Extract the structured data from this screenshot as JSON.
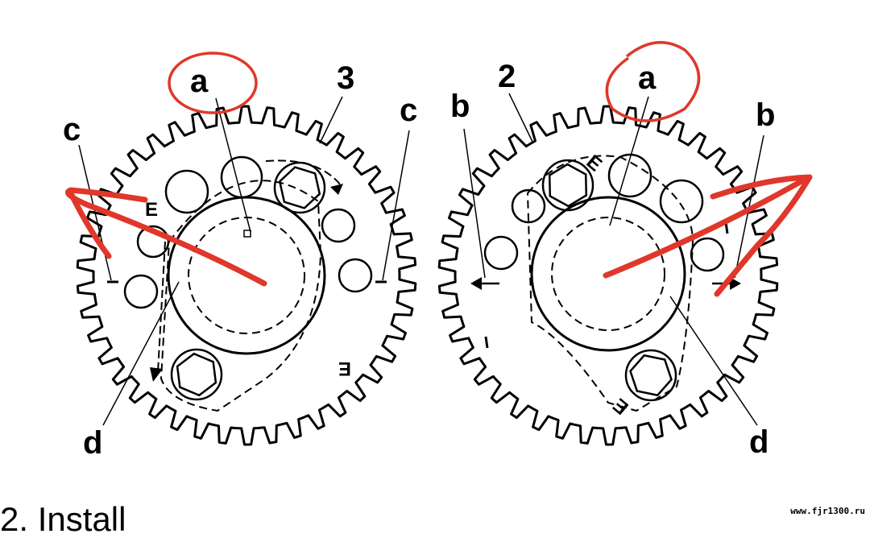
{
  "labels": {
    "left_a": "a",
    "left_3": "3",
    "left_c_left": "c",
    "left_c_right": "c",
    "left_d": "d",
    "right_2": "2",
    "right_a": "a",
    "right_b_left": "b",
    "right_b_right": "b",
    "right_d": "d"
  },
  "marks": {
    "left_E_top": "E",
    "left_E_bottom": "E",
    "right_E_top": "E",
    "right_E_bottom": "E"
  },
  "caption": "2. Install",
  "watermark": "www.fjr1300.ru",
  "colors": {
    "line": "#000000",
    "annotation": "#e0372b",
    "background": "#ffffff"
  },
  "icons": {
    "gear": "gear-outline",
    "bolt": "hex-bolt-icon",
    "arrow": "arrow-icon"
  }
}
